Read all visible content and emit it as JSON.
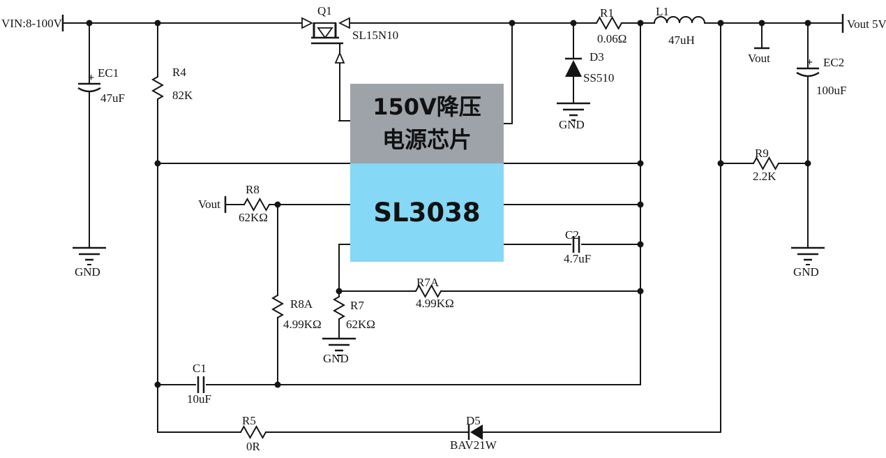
{
  "title": "SL3038 150V buck converter schematic",
  "input": {
    "label": "VIN:8-100V"
  },
  "output": {
    "label": "Vout 5V"
  },
  "nets": {
    "vout_top": "Vout",
    "vout_fb": "Vout"
  },
  "gnd": "GND",
  "plus": "+",
  "chip": {
    "desc_line1": "150V降压",
    "desc_line2": "电源芯片",
    "part": "SL3038",
    "desc_bg": "#9ea3aa",
    "part_bg": "#85d8f6"
  },
  "components": {
    "q1": {
      "ref": "Q1",
      "value": "SL15N10"
    },
    "ec1": {
      "ref": "EC1",
      "value": "47uF"
    },
    "r4": {
      "ref": "R4",
      "value": "82K"
    },
    "r1": {
      "ref": "R1",
      "value": "0.06Ω"
    },
    "l1": {
      "ref": "L1",
      "value": "47uH"
    },
    "d3": {
      "ref": "D3",
      "value": "SS510"
    },
    "ec2": {
      "ref": "EC2",
      "value": "100uF"
    },
    "r9": {
      "ref": "R9",
      "value": "2.2K"
    },
    "r8": {
      "ref": "R8",
      "value": "62KΩ"
    },
    "r8a": {
      "ref": "R8A",
      "value": "4.99KΩ"
    },
    "r7": {
      "ref": "R7",
      "value": "62KΩ"
    },
    "r7a": {
      "ref": "R7A",
      "value": "4.99KΩ"
    },
    "c2": {
      "ref": "C2",
      "value": "4.7uF"
    },
    "c1": {
      "ref": "C1",
      "value": "10uF"
    },
    "r5": {
      "ref": "R5",
      "value": "0R"
    },
    "d5": {
      "ref": "D5",
      "value": "BAV21W"
    }
  }
}
